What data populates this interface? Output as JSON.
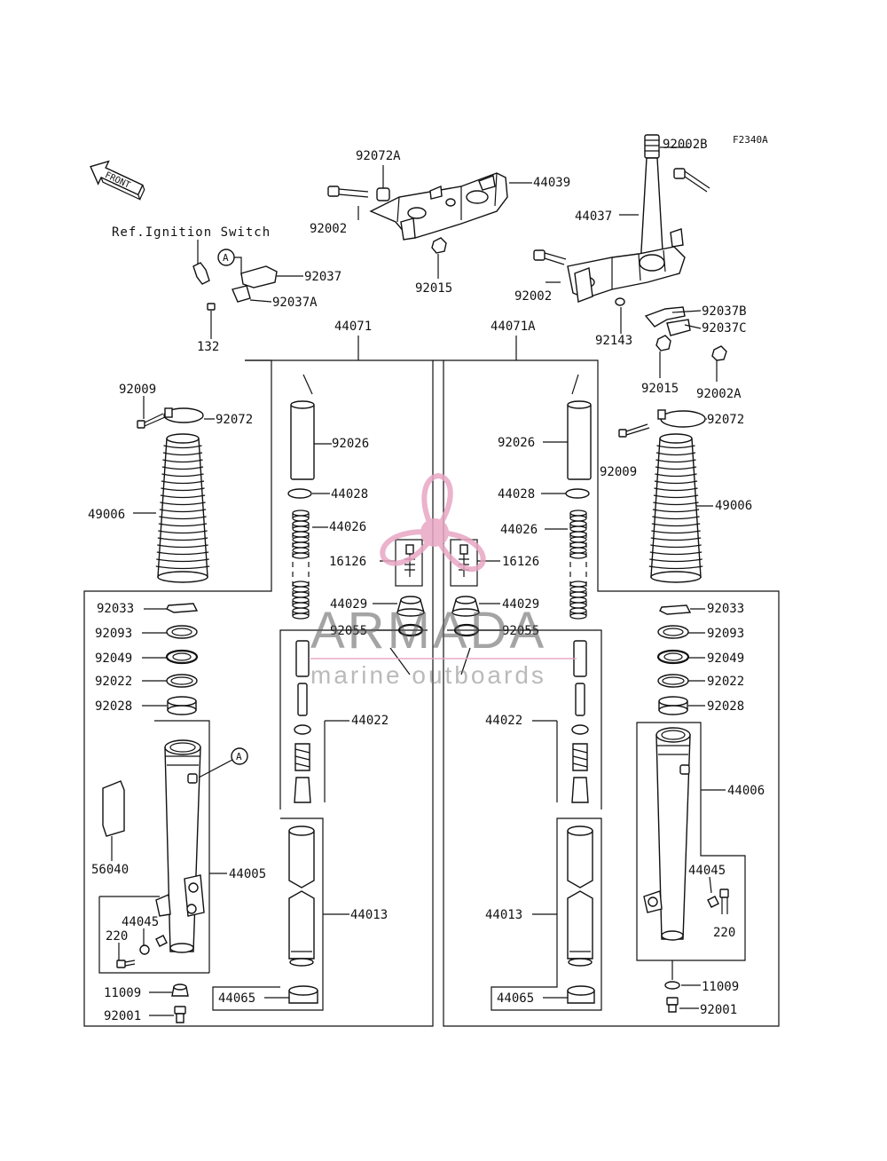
{
  "figure_code": "F2340A",
  "front_label": "FRONT",
  "ref_note": "Ref.Ignition Switch",
  "callout": "A",
  "watermark": {
    "name": "ARMADA",
    "tagline": "marine outboards",
    "logo_color": "#e8a6c4"
  },
  "parts": {
    "p44071": "44071",
    "p44071A": "44071A",
    "p92072A": "92072A",
    "p44039": "44039",
    "p92002_top": "92002",
    "p92015_top": "92015",
    "p92002B": "92002B",
    "p44037": "44037",
    "p92002_right": "92002",
    "p92037B": "92037B",
    "p92037C": "92037C",
    "p92143": "92143",
    "p92015_right": "92015",
    "p92002A": "92002A",
    "p92037": "92037",
    "p92037A": "92037A",
    "p132": "132",
    "l92009": "92009",
    "l92072": "92072",
    "l49006": "49006",
    "r92072": "92072",
    "r92009": "92009",
    "r49006": "49006",
    "l92026": "92026",
    "l44028": "44028",
    "l44026": "44026",
    "l16126": "16126",
    "l44029": "44029",
    "l92055": "92055",
    "r92026": "92026",
    "r44028": "44028",
    "r44026": "44026",
    "r16126": "16126",
    "r44029": "44029",
    "r92055": "92055",
    "l92033": "92033",
    "l92093": "92093",
    "l92049": "92049",
    "l92022": "92022",
    "l92028": "92028",
    "r92033": "92033",
    "r92093": "92093",
    "r92049": "92049",
    "r92022": "92022",
    "r92028": "92028",
    "l44022": "44022",
    "r44022": "44022",
    "l56040": "56040",
    "l44005": "44005",
    "l44045": "44045",
    "l220": "220",
    "l11009": "11009",
    "l92001": "92001",
    "l44013": "44013",
    "l44065": "44065",
    "r44006": "44006",
    "r44045": "44045",
    "r220": "220",
    "r11009": "11009",
    "r92001": "92001",
    "r44013": "44013",
    "r44065": "44065"
  }
}
